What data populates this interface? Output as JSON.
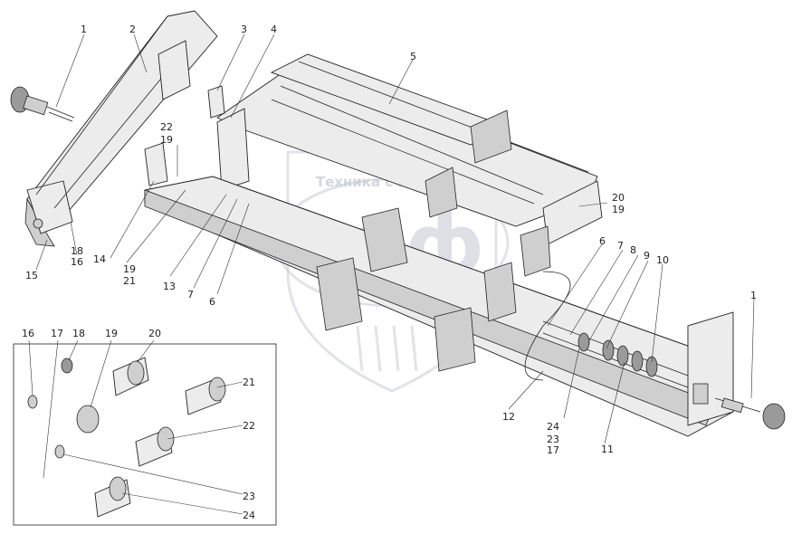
{
  "watermark": {
    "slogan": "Техника с запчасти",
    "logo": "элф"
  },
  "callouts": [
    {
      "id": "c1a",
      "text": "1"
    },
    {
      "id": "c2",
      "text": "2"
    },
    {
      "id": "c3",
      "text": "3"
    },
    {
      "id": "c4",
      "text": "4"
    },
    {
      "id": "c5",
      "text": "5"
    },
    {
      "id": "c22a",
      "text": "22"
    },
    {
      "id": "c19a",
      "text": "19"
    },
    {
      "id": "c20a",
      "text": "20"
    },
    {
      "id": "c19b",
      "text": "19"
    },
    {
      "id": "c18a",
      "text": "18"
    },
    {
      "id": "c16a",
      "text": "16"
    },
    {
      "id": "c15",
      "text": "15"
    },
    {
      "id": "c14",
      "text": "14"
    },
    {
      "id": "c19c",
      "text": "19"
    },
    {
      "id": "c21a",
      "text": "21"
    },
    {
      "id": "c13",
      "text": "13"
    },
    {
      "id": "c7a",
      "text": "7"
    },
    {
      "id": "c6a",
      "text": "6"
    },
    {
      "id": "c6b",
      "text": "6"
    },
    {
      "id": "c7b",
      "text": "7"
    },
    {
      "id": "c8",
      "text": "8"
    },
    {
      "id": "c9",
      "text": "9"
    },
    {
      "id": "c10",
      "text": "10"
    },
    {
      "id": "c1b",
      "text": "1"
    },
    {
      "id": "c12",
      "text": "12"
    },
    {
      "id": "c24a",
      "text": "24"
    },
    {
      "id": "c23a",
      "text": "23"
    },
    {
      "id": "c17a",
      "text": "17"
    },
    {
      "id": "c11",
      "text": "11"
    },
    {
      "id": "c16b",
      "text": "16"
    },
    {
      "id": "c17b",
      "text": "17"
    },
    {
      "id": "c18b",
      "text": "18"
    },
    {
      "id": "c19d",
      "text": "19"
    },
    {
      "id": "c20b",
      "text": "20"
    },
    {
      "id": "c21b",
      "text": "21"
    },
    {
      "id": "c22b",
      "text": "22"
    },
    {
      "id": "c23b",
      "text": "23"
    },
    {
      "id": "c24b",
      "text": "24"
    }
  ]
}
